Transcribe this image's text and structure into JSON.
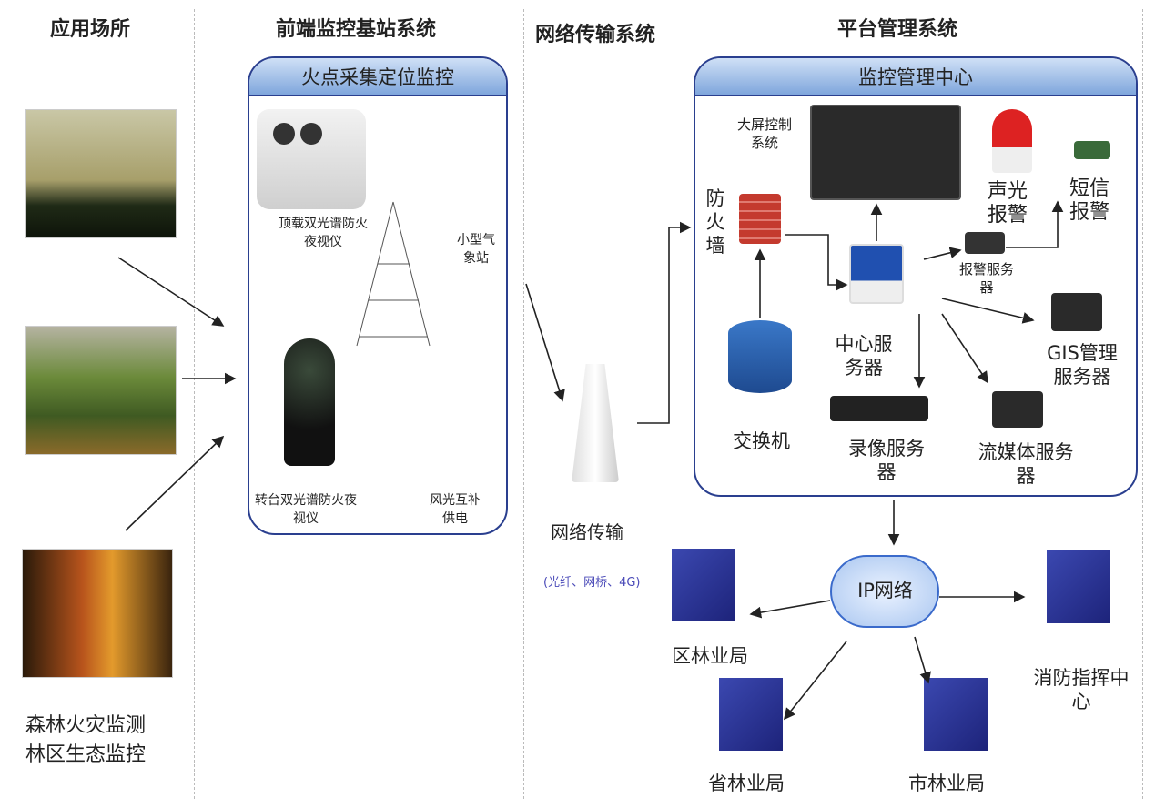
{
  "headers": {
    "scene": "应用场所",
    "frontend": "前端监控基站系统",
    "network": "网络传输系统",
    "platform": "平台管理系统"
  },
  "scene": {
    "line1": "森林火灾监测",
    "line2": "林区生态监控"
  },
  "frontend": {
    "title": "火点采集定位监控",
    "devices": {
      "top_camera": "顶载双光谱防火夜视仪",
      "weather": "小型气象站",
      "turret_camera": "转台双光谱防火夜视仪",
      "power": "风光互补供电"
    }
  },
  "network": {
    "label": "网络传输",
    "sub": "(光纤、网桥、4G)"
  },
  "platform": {
    "title": "监控管理中心",
    "big_screen": "大屏控制系统",
    "firewall": "防火墙",
    "sound_light_alarm": "声光报警",
    "sms_alarm": "短信报警",
    "alarm_server": "报警服务器",
    "center_server": "中心服务器",
    "gis_server": "GIS管理服务器",
    "switch": "交换机",
    "record_server": "录像服务器",
    "stream_server": "流媒体服务器"
  },
  "ip": {
    "cloud": "IP网络",
    "district": "区林业局",
    "province": "省林业局",
    "city": "市林业局",
    "fire_cmd": "消防指挥中心"
  }
}
